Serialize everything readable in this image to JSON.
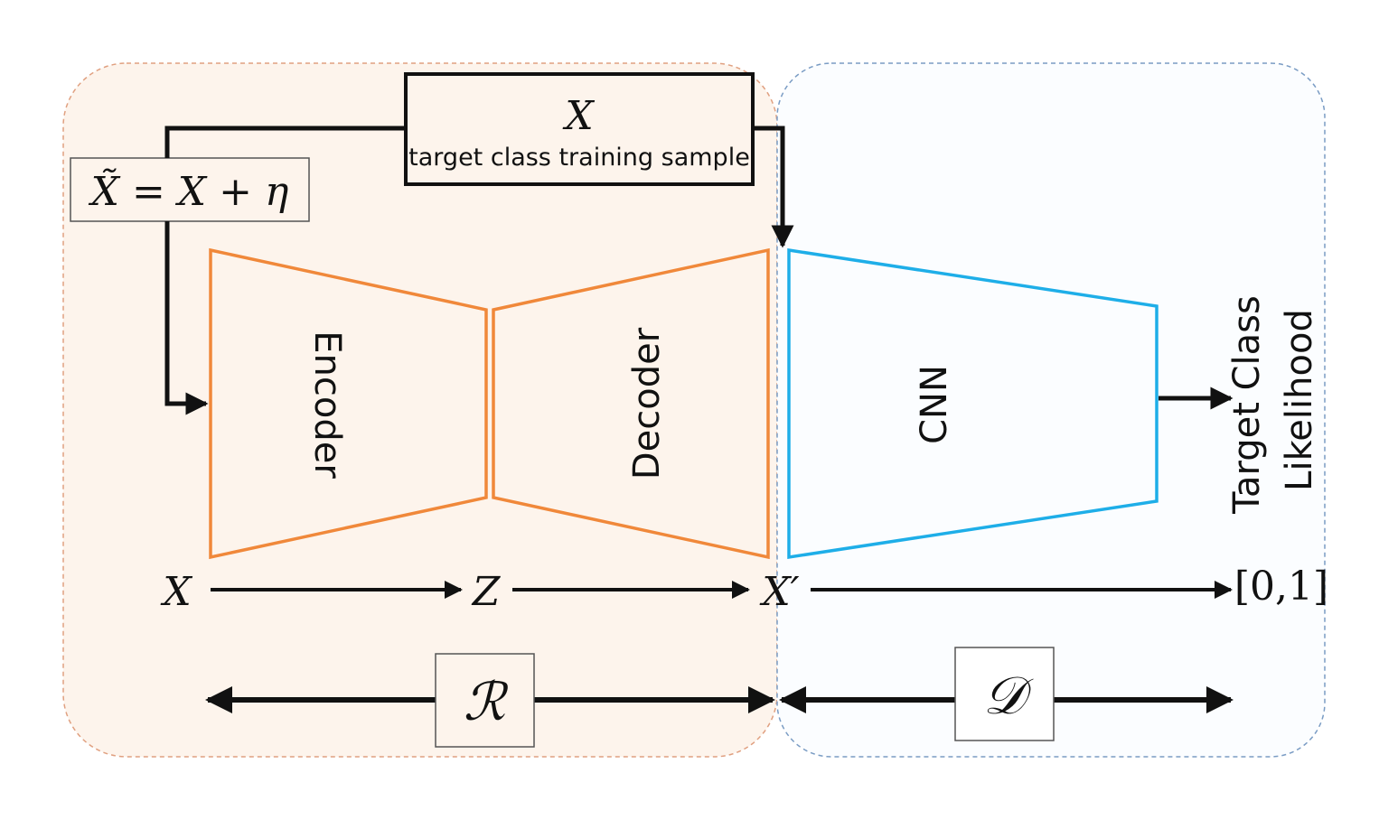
{
  "colors": {
    "reconstructor_fill": "#fdf4ec",
    "reconstructor_border": "#e0a080",
    "discriminator_fill": "#fbfdff",
    "discriminator_border": "#7a9cc4",
    "encoder_decoder_stroke": "#f0883a",
    "cnn_stroke": "#1eaee8",
    "arrow": "#111111",
    "box_border": "#555555"
  },
  "sample_box": {
    "symbol": "X",
    "caption": "target class training sample"
  },
  "noise_box": {
    "equation": "X̃ = X + η"
  },
  "encoder": {
    "label": "Encoder"
  },
  "decoder": {
    "label": "Decoder"
  },
  "cnn": {
    "label": "CNN"
  },
  "output": {
    "label_line1": "Target Class",
    "label_line2": "Likelihood"
  },
  "flow": {
    "input": "X",
    "latent": "Z",
    "reconstruction": "X′",
    "range": "[0,1]"
  },
  "modules": {
    "reconstructor": "ℛ",
    "discriminator": "𝒟"
  },
  "icons": {
    "arrow": "arrow-icon"
  }
}
